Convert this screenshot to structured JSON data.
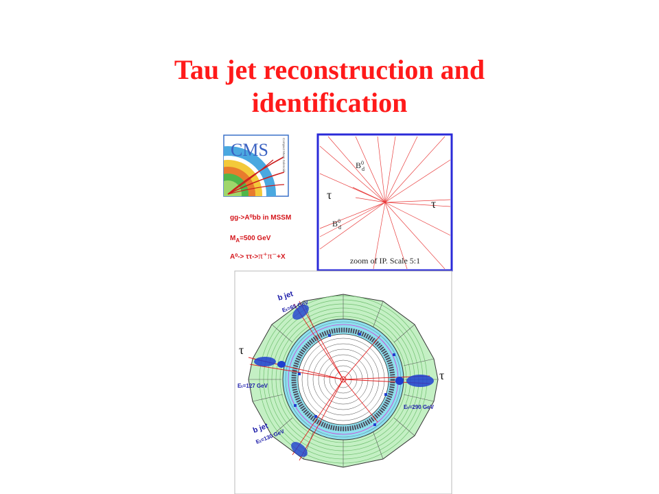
{
  "slide": {
    "title_line1": "Tau jet reconstruction and",
    "title_line2": "identification",
    "title_color": "#ff1a1a"
  },
  "logo": {
    "text": "CMS",
    "subtext": "Compact Muon Solenoid"
  },
  "process": {
    "line1": "gg->A⁰bb in MSSM",
    "line2_prefix": "M",
    "line2_sub": "A",
    "line2_rest": "=500 GeV",
    "line3_prefix": "A⁰-> ττ->",
    "line3_mid": "π⁺π⁻",
    "line3_rest": "+X",
    "color": "#d4141a"
  },
  "ip_zoom": {
    "caption": "zoom of IP. Scale 5:1",
    "tau_left": "τ",
    "tau_right": "τ",
    "bd_upper": "B",
    "bd_lower": "B",
    "bd_sup": "0",
    "bd_sub": "d",
    "frame_color": "#2a2ad8"
  },
  "detector": {
    "b_jet_upper": "b jet",
    "b_jet_upper_energy": "Eₜ=65 GeV",
    "b_jet_lower": "b jet",
    "b_jet_lower_energy": "Eₜ=130 GeV",
    "tau_left": "τ",
    "tau_left_energy": "Eₜ=127 GeV",
    "tau_right": "τ",
    "tau_right_energy": "Eₜ=290 GeV",
    "label_color": "#1a1aa8"
  }
}
